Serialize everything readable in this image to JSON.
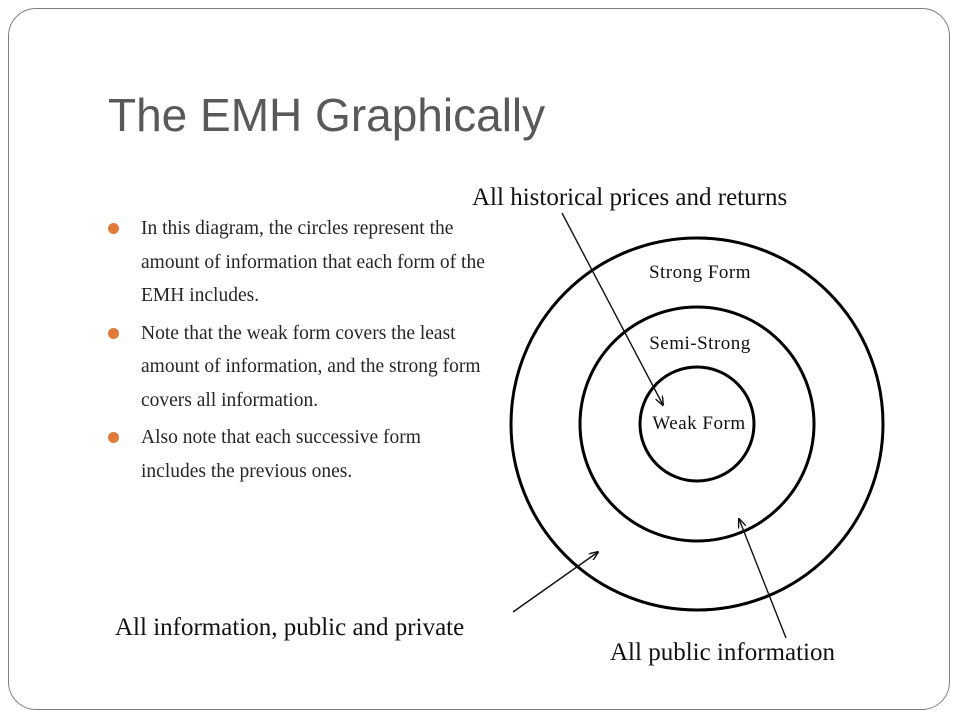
{
  "slide": {
    "title": "The EMH Graphically",
    "bullets": [
      "In this diagram, the circles represent the amount of information that each form of the EMH includes.",
      "Note that the weak form covers the least amount of information, and the strong form covers all information.",
      "Also note that each successive form includes the previous ones."
    ],
    "bullet_color": "#e07a3a"
  },
  "diagram": {
    "circles": {
      "outer_label": "Strong Form",
      "middle_label": "Semi-Strong",
      "inner_label": "Weak Form"
    },
    "callouts": {
      "historical": "All historical prices and returns",
      "all_information": "All information, public and private",
      "public_information": "All public information"
    }
  }
}
